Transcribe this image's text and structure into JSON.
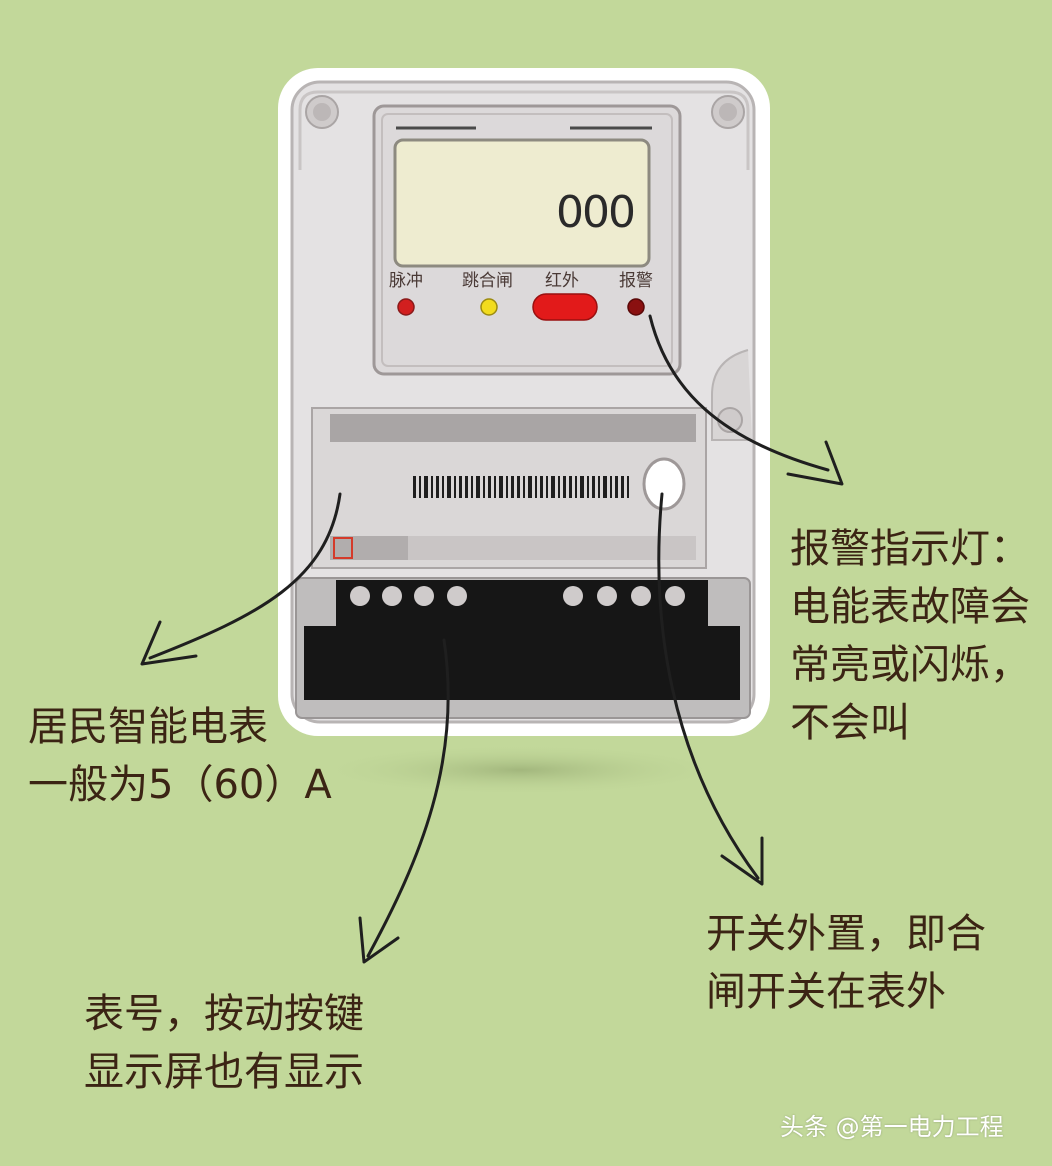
{
  "meter": {
    "reading": "000",
    "indicators": [
      "脉冲",
      "跳合闸",
      "红外",
      "报警"
    ]
  },
  "labels": {
    "alarm_light": [
      "报警指示灯：",
      "电能表故障会",
      "常亮或闪烁，",
      "不会叫"
    ],
    "meter_model": [
      "居民智能电表",
      "一般为5（60）A"
    ],
    "switch_external": [
      "开关外置，即合",
      "闸开关在表外"
    ],
    "meter_number": [
      "表号，按动按键",
      "显示屏也有显示"
    ]
  },
  "watermark": "头条 @第一电力工程",
  "colors": {
    "background": "#c2d89a",
    "meter_body": "#e6e4e4",
    "lcd": "#eeecd0",
    "pulse_led": "#d21f1f",
    "switch_led": "#f2dc1e",
    "infrared": "#e21a1a",
    "alarm_led": "#8a1010",
    "label_text": "#3b2414"
  }
}
